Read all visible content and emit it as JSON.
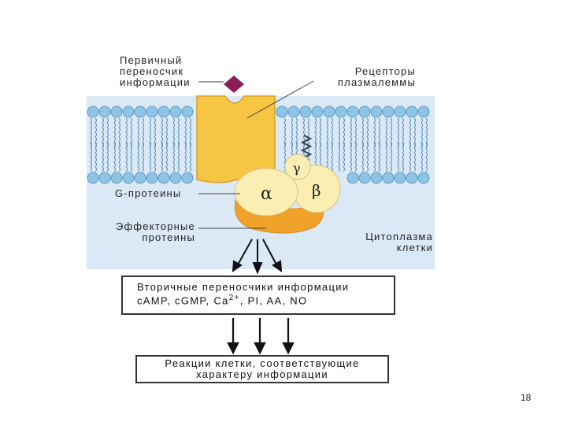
{
  "labels": {
    "primary_messenger": [
      "Первичный",
      "переносчик",
      "информации"
    ],
    "receptors": [
      "Рецепторы",
      "плазмалеммы"
    ],
    "g_proteins": "G-протеины",
    "effector_proteins": [
      "Эффекторные",
      "протеины"
    ],
    "cytoplasm": [
      "Цитоплазма",
      "клетки"
    ]
  },
  "subunits": {
    "alpha": "α",
    "beta": "β",
    "gamma": "γ"
  },
  "second_messengers": {
    "line1": "Вторичные переносчики информации",
    "line2_pre": "cAMP, cGMP, Ca",
    "line2_sup": "2+",
    "line2_post": ", PI, AA, NO"
  },
  "cell_reactions": [
    "Реакции клетки, соответствующие",
    "характеру информации"
  ],
  "page_number": "18",
  "colors": {
    "membrane_bg": "#dbe9f6",
    "lipid_head": "#8ec5e6",
    "receptor": "#f6c541",
    "ligand": "#8a1f5a",
    "g_protein": "#fbeeb3",
    "effector": "#f0a12a"
  }
}
